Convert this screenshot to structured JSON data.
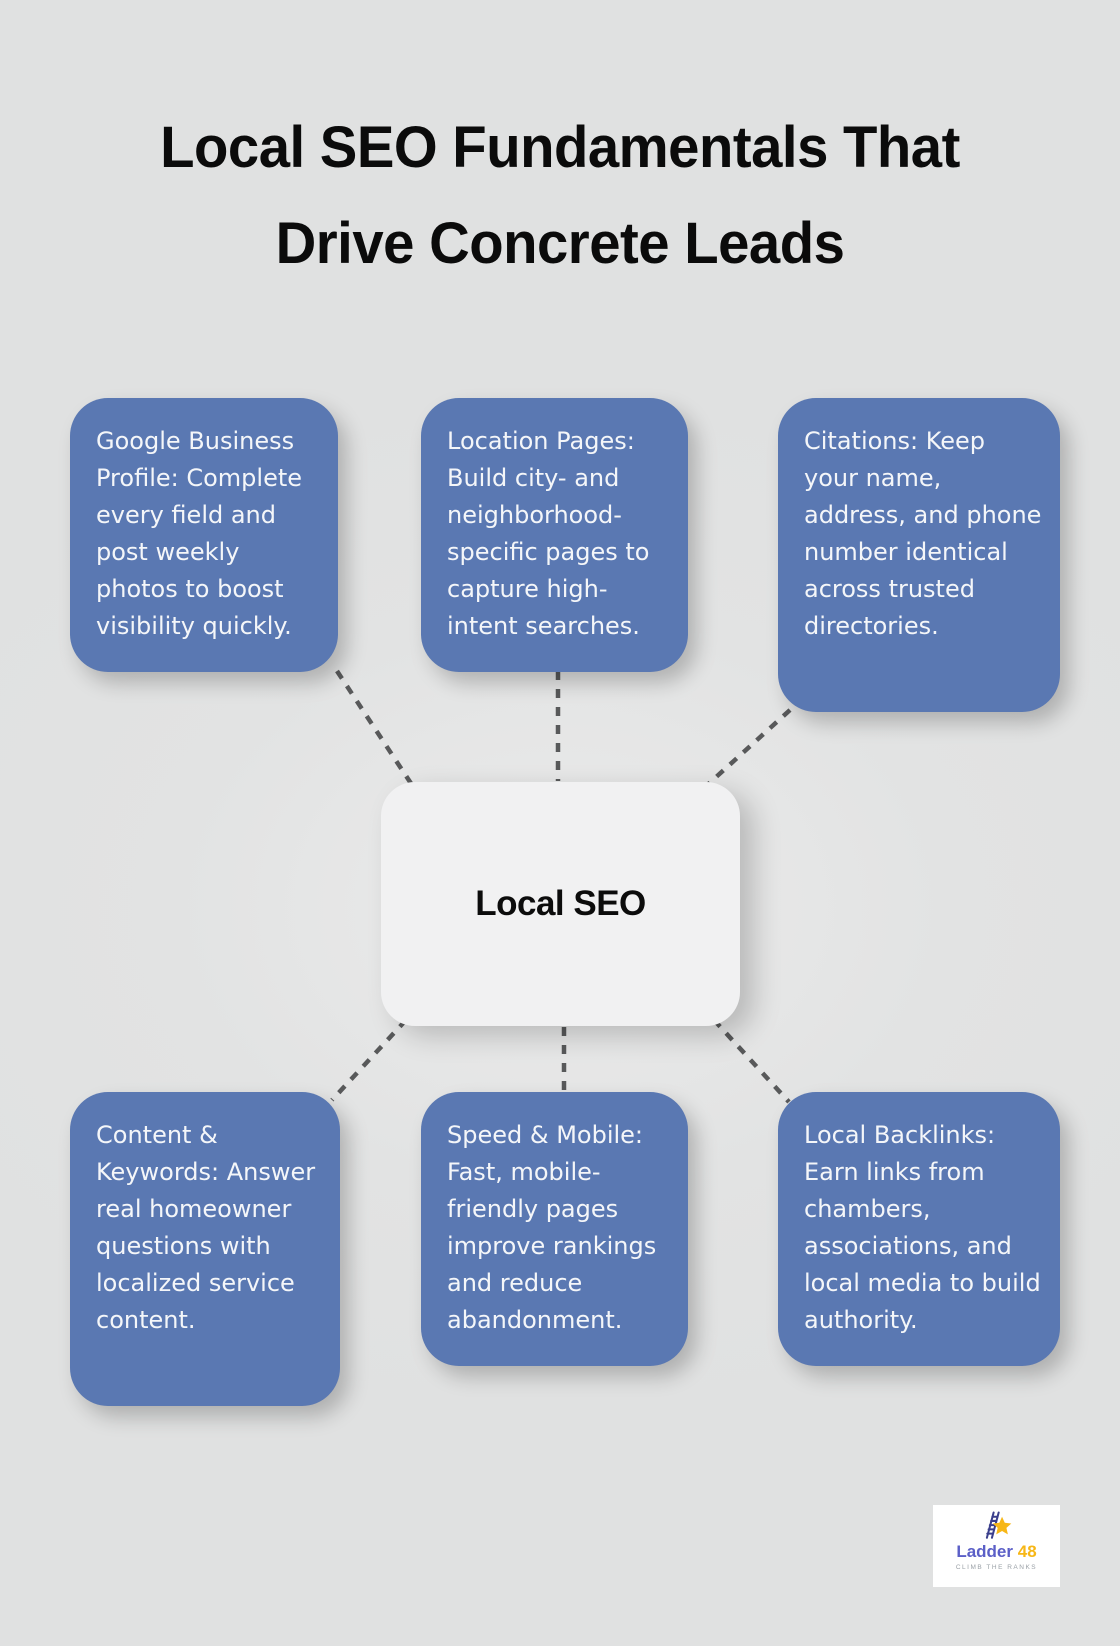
{
  "title": {
    "line1": "Local SEO Fundamentals That",
    "line2": "Drive Concrete Leads"
  },
  "center": {
    "label": "Local SEO"
  },
  "nodes": [
    {
      "id": "google-business-profile",
      "text": "Google Business Profile: Complete every field and post weekly photos to boost visibility quickly."
    },
    {
      "id": "location-pages",
      "text": "Location Pages: Build city- and neighborhood-specific pages to capture high-intent searches."
    },
    {
      "id": "citations",
      "text": "Citations: Keep your name, address, and phone number identical across trusted directories."
    },
    {
      "id": "content-keywords",
      "text": "Content & Keywords: Answer real homeowner questions with localized service content."
    },
    {
      "id": "speed-mobile",
      "text": "Speed & Mobile: Fast, mobile-friendly pages improve rankings and reduce abandonment."
    },
    {
      "id": "local-backlinks",
      "text": "Local Backlinks: Earn links from chambers, associations, and local media to build authority."
    }
  ],
  "logo": {
    "brand_primary": "Ladder",
    "brand_accent": "48",
    "tagline": "CLIMB THE RANKS"
  },
  "colors": {
    "background": "#e1e1e1",
    "node_fill": "#5a78b2",
    "node_text": "#f4f6f9",
    "center_fill": "#f1f1f2",
    "connector": "#58595a",
    "title_text": "#0b0b0b",
    "brand_primary": "#5b5fc7",
    "brand_accent": "#f7b717",
    "star": "#f7b717",
    "ladder_rail": "#3b3f8c"
  }
}
